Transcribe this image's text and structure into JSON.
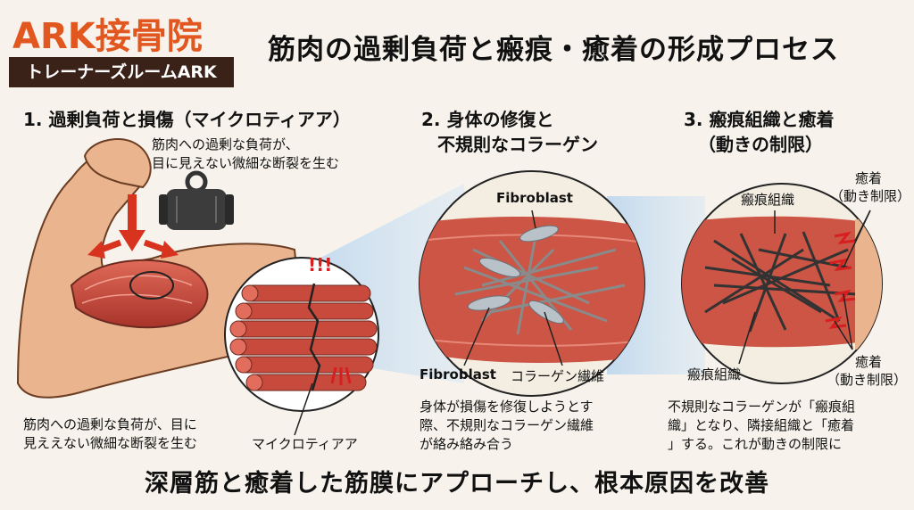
{
  "brand": {
    "name": "ARK接骨院",
    "subtitle": "トレーナーズルームARK"
  },
  "title": "筋肉の過剰負荷と瘢痕・癒着の形成プロセス",
  "step1": {
    "heading": "1. 過剰負荷と損傷（マイクロティアア）",
    "top_note": "筋肉への過剰な負荷が、\n目に見えない微細な断裂を生む",
    "bottom_note": "筋肉への過剰な負荷が、目に\n見ええない微細な断裂を生む",
    "label_microtear": "マイクロティアア",
    "alert_marks": "!!!"
  },
  "step2": {
    "heading_line1": "2. 身体の修復と",
    "heading_line2": "不規則なコラーゲン",
    "label_fibroblast_top": "Fibroblast",
    "label_fibroblast_bottom": "Fibroblast",
    "label_collagen": "コラーゲン繊維",
    "note": "身体が損傷を修復しようとす\n際、不規則なコラーゲン繊維\nが絡み絡み合う"
  },
  "step3": {
    "heading_line1": "3. 瘢痕組織と癒着",
    "heading_line2": "（動きの制限）",
    "label_scar_top": "瘢痕組織",
    "label_scar_bottom": "瘢痕組織",
    "label_adhesion_top_1": "癒着",
    "label_adhesion_top_2": "（動き制限）",
    "label_adhesion_bottom_1": "癒着",
    "label_adhesion_bottom_2": "（動き制限）",
    "note": "不規則なコラーゲンが「瘢痕組\n織」となり、隣接組織と「癒着\n」する。これが動きの制限に"
  },
  "bottom_banner": "深層筋と癒着した筋膜にアプローチし、根本原因を改善",
  "colors": {
    "brand_orange": "#e2571f",
    "brand_dark": "#3a2218",
    "muscle_red": "#c8473a",
    "skin": "#e9b48e",
    "scar_dark": "#3a3a3a",
    "alert_red": "#d81f1f"
  },
  "icons": [
    "kettlebell-icon",
    "arrow-down-icon",
    "arrow-left-icon",
    "arrow-right-icon"
  ]
}
